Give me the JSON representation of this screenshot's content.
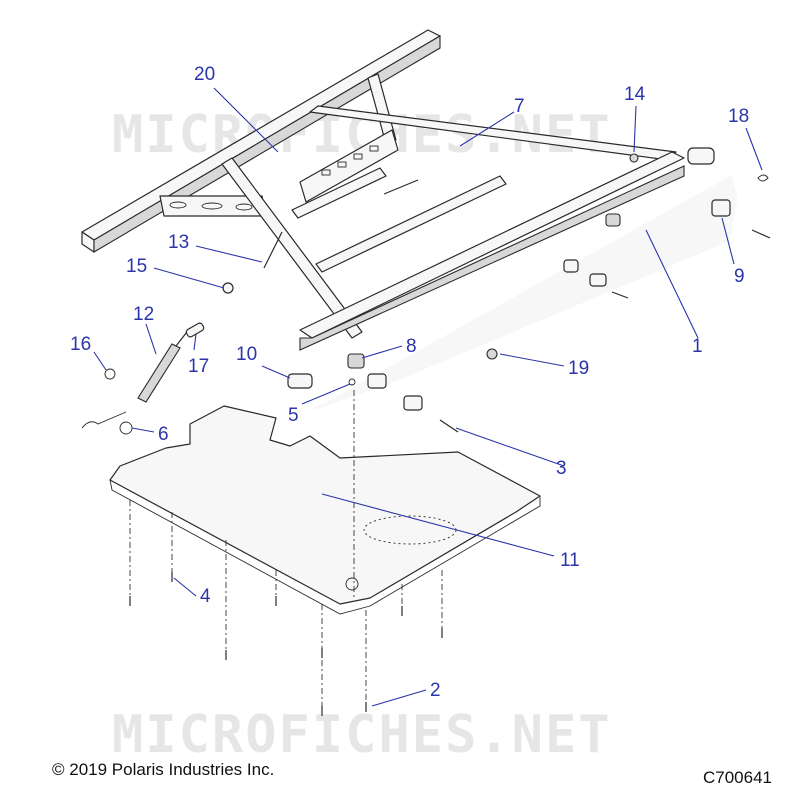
{
  "watermark": {
    "text": "MICROFICHES.NET"
  },
  "footer": {
    "copyright": "© 2019 Polaris Industries Inc.",
    "drawing_id": "C700641"
  },
  "callouts": [
    {
      "id": "c1",
      "label": "1"
    },
    {
      "id": "c2",
      "label": "2"
    },
    {
      "id": "c3",
      "label": "3"
    },
    {
      "id": "c4",
      "label": "4"
    },
    {
      "id": "c5",
      "label": "5"
    },
    {
      "id": "c6",
      "label": "6"
    },
    {
      "id": "c7",
      "label": "7"
    },
    {
      "id": "c8",
      "label": "8"
    },
    {
      "id": "c9",
      "label": "9"
    },
    {
      "id": "c10",
      "label": "10"
    },
    {
      "id": "c11",
      "label": "11"
    },
    {
      "id": "c12",
      "label": "12"
    },
    {
      "id": "c13",
      "label": "13"
    },
    {
      "id": "c14",
      "label": "14"
    },
    {
      "id": "c15",
      "label": "15"
    },
    {
      "id": "c16",
      "label": "16"
    },
    {
      "id": "c17",
      "label": "17"
    },
    {
      "id": "c18",
      "label": "18"
    },
    {
      "id": "c19",
      "label": "19"
    },
    {
      "id": "c20",
      "label": "20"
    }
  ],
  "colors": {
    "callout": "#2b35a8",
    "line_art": "#2a2a2a",
    "watermark": "#e6e6e6"
  }
}
